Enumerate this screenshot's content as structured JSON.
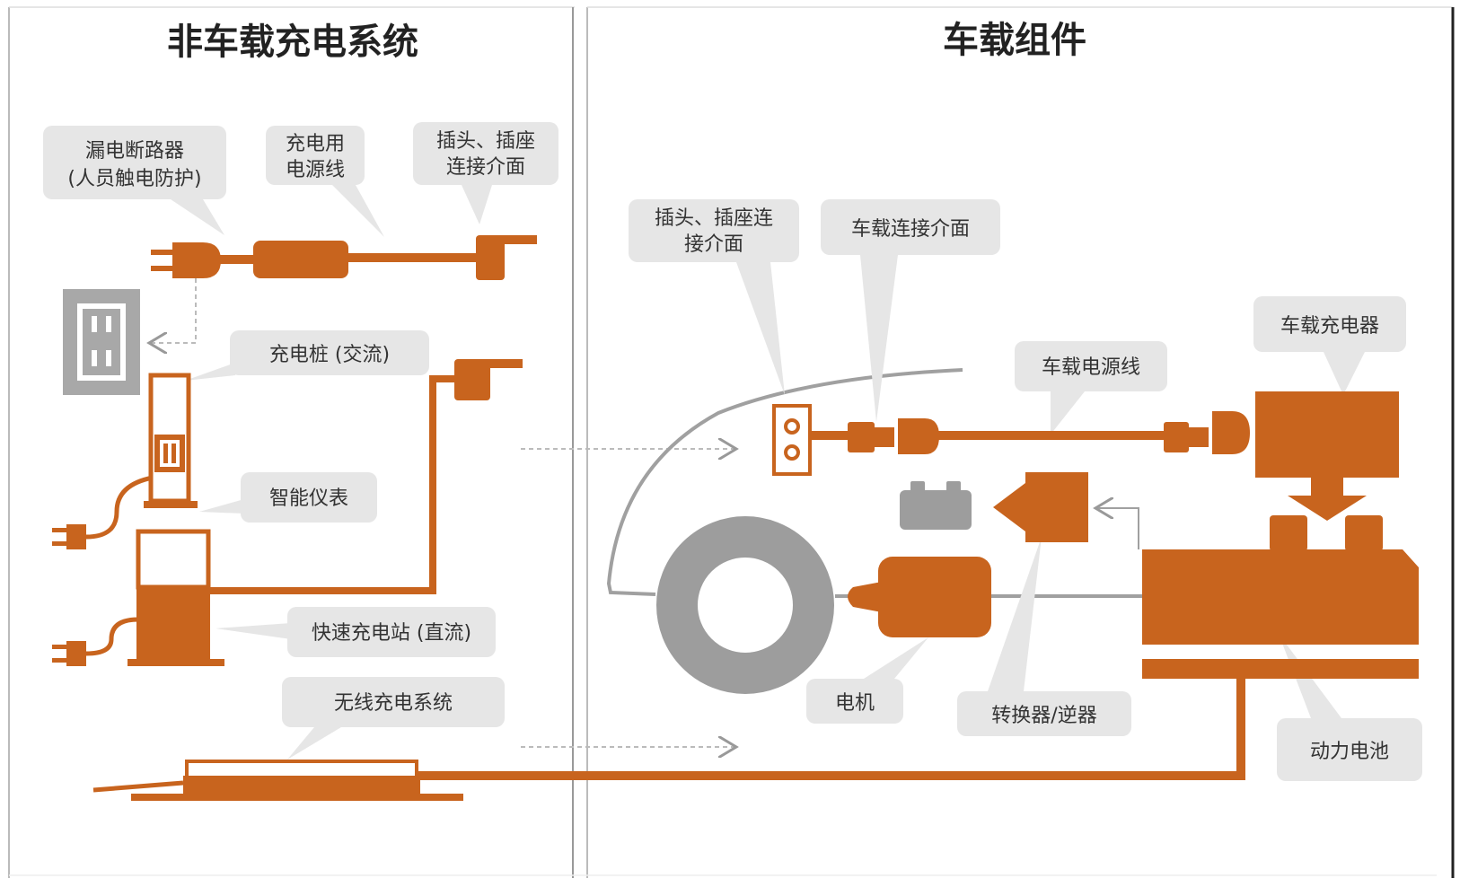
{
  "titles": {
    "left": "非车载充电系统",
    "right": "车载组件"
  },
  "labels": {
    "leakage_breaker": [
      "漏电断路器",
      "(人员触电防护)"
    ],
    "charging_cord": [
      "充电用",
      "电源线"
    ],
    "plug_socket_interface": [
      "插头、插座",
      "连接介面"
    ],
    "ac_pile": "充电桩 (交流)",
    "smart_meter": "智能仪表",
    "dc_station": "快速充电站 (直流)",
    "wireless": "无线充电系统",
    "vehicle_plug_socket": [
      "插头、插座连",
      "接介面"
    ],
    "vehicle_interface": "车载连接介面",
    "vehicle_cord": "车载电源线",
    "onboard_charger": "车载充电器",
    "motor": "电机",
    "converter": "转换器/逆器",
    "battery": "动力电池"
  },
  "colors": {
    "component": "#c8641e",
    "bubble": "#e6e6e6",
    "gray_part": "#9d9d9d",
    "divider": "#bbbbbb"
  }
}
